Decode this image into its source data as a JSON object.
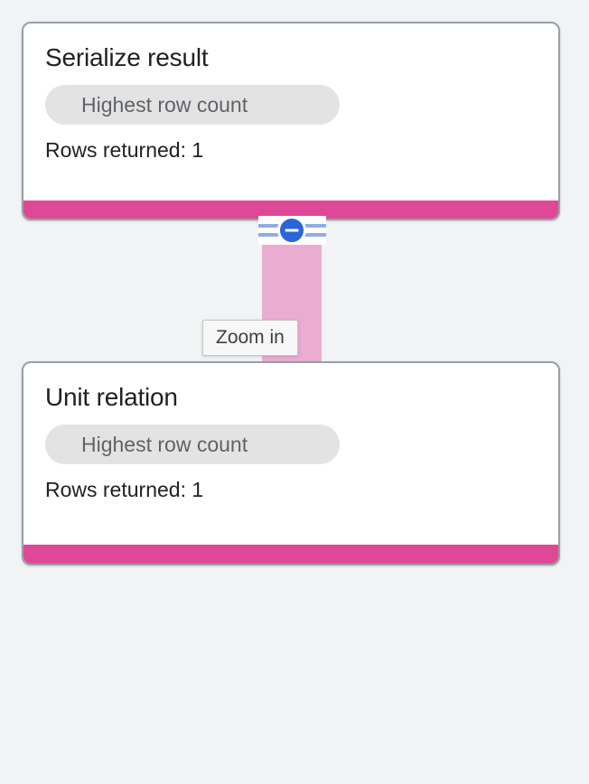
{
  "theme": {
    "background": "#f1f3f4",
    "card_background": "#ffffff",
    "card_border": "#9aa0a6",
    "footer_bar_color": "#de4897",
    "connector_color": "#eaadd1",
    "accent_blue": "#2a66d9",
    "rail_blue": "#8fabe8",
    "pill_background": "#e3e3e3",
    "pill_text": "#5f6368",
    "title_text": "#202124"
  },
  "graph": {
    "nodes": [
      {
        "title": "Serialize result",
        "pill_label": "Highest row count",
        "rows_line": "Rows returned: 1"
      },
      {
        "title": "Unit relation",
        "pill_label": "Highest row count",
        "rows_line": "Rows returned: 1"
      }
    ],
    "connector": {
      "icon": "minus-circle-icon"
    }
  },
  "tooltip": {
    "label": "Zoom in"
  }
}
